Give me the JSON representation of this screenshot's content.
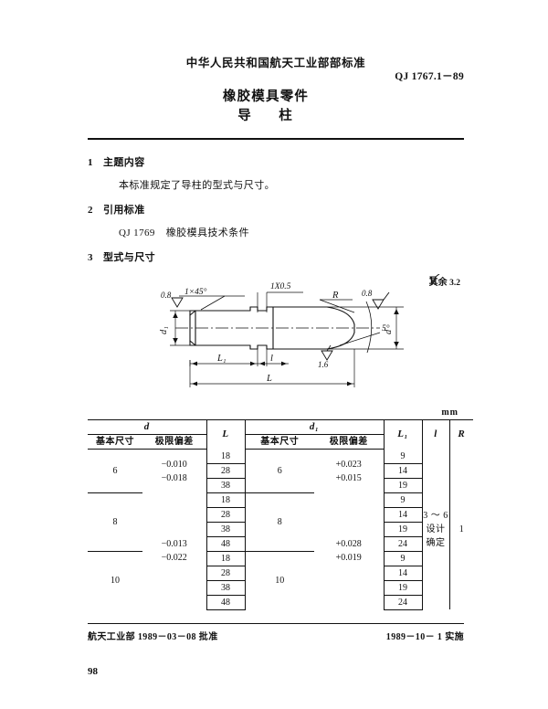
{
  "header": {
    "organization": "中华人民共和国航天工业部部标准",
    "standard_code": "QJ 1767.1－89",
    "title": "橡胶模具零件",
    "subtitle": "导　柱"
  },
  "clauses": [
    {
      "num": "1",
      "heading": "主题内容",
      "body": "本标准规定了导柱的型式与尺寸。"
    },
    {
      "num": "2",
      "heading": "引用标准",
      "body_code": "QJ 1769",
      "body_text": "橡胶模具技术条件"
    },
    {
      "num": "3",
      "heading": "型式与尺寸"
    }
  ],
  "figure": {
    "roughness_note_label": "其余",
    "roughness_note_value": "3.2",
    "annotations": {
      "chamfer_left": "1×45°",
      "groove_top": "1X0.5",
      "radius": "R",
      "angle": "5°",
      "roughness_left": "0.8",
      "roughness_right": "0.8",
      "roughness_taper": "1.6",
      "dim_d1": "d₁",
      "dim_d": "d",
      "dim_L1": "L₁",
      "dim_l": "l",
      "dim_L": "L"
    }
  },
  "table": {
    "unit": "mm",
    "headers": {
      "d": "d",
      "d1": "d₁",
      "L": "L",
      "L1": "L₁",
      "l": "l",
      "R": "R",
      "basic": "基本尺寸",
      "deviation": "极限偏差"
    },
    "groups": [
      {
        "d_basic": "6",
        "d_dev_upper": "−0.010",
        "d_dev_lower": "−0.018",
        "d1_basic": "6",
        "d1_dev_upper": "+0.023",
        "d1_dev_lower": "+0.015",
        "rows": [
          {
            "L": "18",
            "L1": "9"
          },
          {
            "L": "28",
            "L1": "14"
          },
          {
            "L": "38",
            "L1": "19"
          }
        ]
      },
      {
        "d_basic": "8",
        "d_dev_upper": "−0.013",
        "d_dev_lower": "−0.022",
        "d1_basic": "8",
        "d1_dev_upper": "+0.028",
        "d1_dev_lower": "+0.019",
        "rows": [
          {
            "L": "18",
            "L1": "9"
          },
          {
            "L": "28",
            "L1": "14"
          },
          {
            "L": "38",
            "L1": "19"
          },
          {
            "L": "48",
            "L1": "24"
          }
        ]
      },
      {
        "d_basic": "10",
        "d_dev_upper": "",
        "d_dev_lower": "",
        "d1_basic": "10",
        "d1_dev_upper": "",
        "d1_dev_lower": "",
        "rows": [
          {
            "L": "18",
            "L1": "9"
          },
          {
            "L": "28",
            "L1": "14"
          },
          {
            "L": "38",
            "L1": "19"
          },
          {
            "L": "48",
            "L1": "24"
          }
        ]
      }
    ],
    "l_value_range": "3 ～ 6",
    "l_value_note": "设计确定",
    "R_value": "1"
  },
  "footer": {
    "approval": "航天工业部 1989－03－08 批准",
    "implementation": "1989－10－ 1 实施",
    "page_number": "98"
  }
}
